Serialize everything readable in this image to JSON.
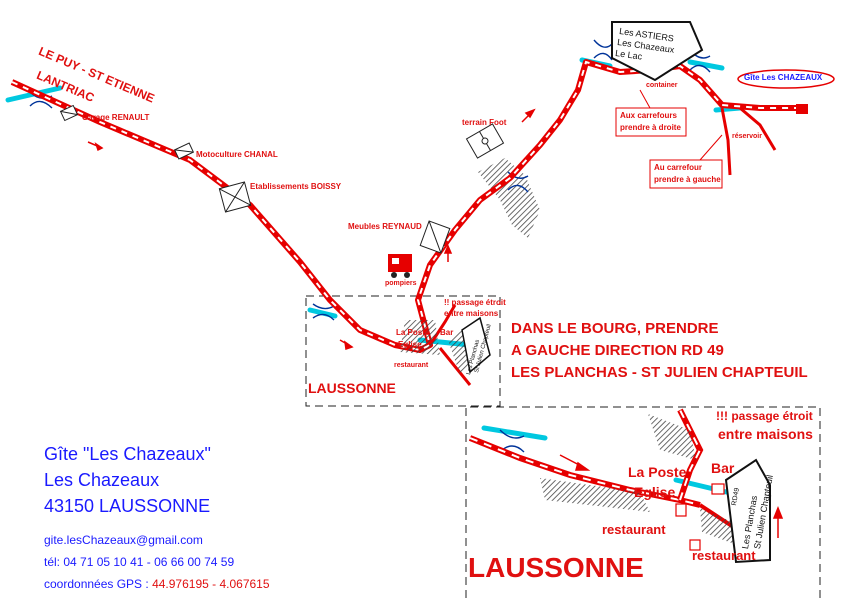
{
  "map": {
    "road_color": "#e60000",
    "water_color": "#00c8e0",
    "labels": {
      "route_origin_1": "LE PUY - ST ETIENNE",
      "route_origin_2": "LANTRIAC",
      "garage": "Garage RENAULT",
      "motoculture": "Motoculture CHANAL",
      "etablissements": "Etablissements BOISSY",
      "meubles": "Meubles REYNAUD",
      "pompiers": "pompiers",
      "terrain_foot": "terrain Foot",
      "signpost_1": "Les ASTIERS",
      "signpost_2": "Les Chazeaux",
      "signpost_3": "Le Lac",
      "container": "container",
      "carrefour_droite_1": "Aux carrefours",
      "carrefour_droite_2": "prendre à droite",
      "reservoir": "réservoir",
      "carrefour_gauche_1": "Au carrefour",
      "carrefour_gauche_2": "prendre à gauche",
      "gite_sign": "Gîte Les CHAZEAUX",
      "passage_1": "!! passage étroit",
      "passage_2": "entre maisons",
      "la_poste": "La Poste",
      "eglise": "Eglise",
      "bar": "Bar",
      "restaurant": "restaurant",
      "town": "LAUSSONNE",
      "roadsign_1": "Les Planchas",
      "roadsign_2": "St Julien Chapteuil",
      "inset_passage_1": "!!! passage étroit",
      "inset_passage_2": "entre maisons",
      "inset_la_poste": "La Poste",
      "inset_eglise": "Eglise",
      "inset_bar": "Bar",
      "inset_restaurant_1": "restaurant",
      "inset_restaurant_2": "restaurant",
      "inset_town": "LAUSSONNE",
      "inset_roadsign_1": "Les Planchas",
      "inset_roadsign_2": "St Julien Chapteuil",
      "inset_roadsign_3": "RD49"
    }
  },
  "directions": {
    "line1": "DANS LE BOURG, PRENDRE",
    "line2": "A GAUCHE DIRECTION RD 49",
    "line3": "LES PLANCHAS - ST JULIEN CHAPTEUIL"
  },
  "contact": {
    "name": "Gîte \"Les Chazeaux\"",
    "hamlet": "Les Chazeaux",
    "postal": "43150 LAUSSONNE",
    "email": "gite.lesChazeaux@gmail.com",
    "phone": "tél: 04 71 05 10 41 - 06 66 00 74 59",
    "gps_label": "coordonnées GPS :",
    "gps_value": "44.976195 - 4.067615"
  }
}
